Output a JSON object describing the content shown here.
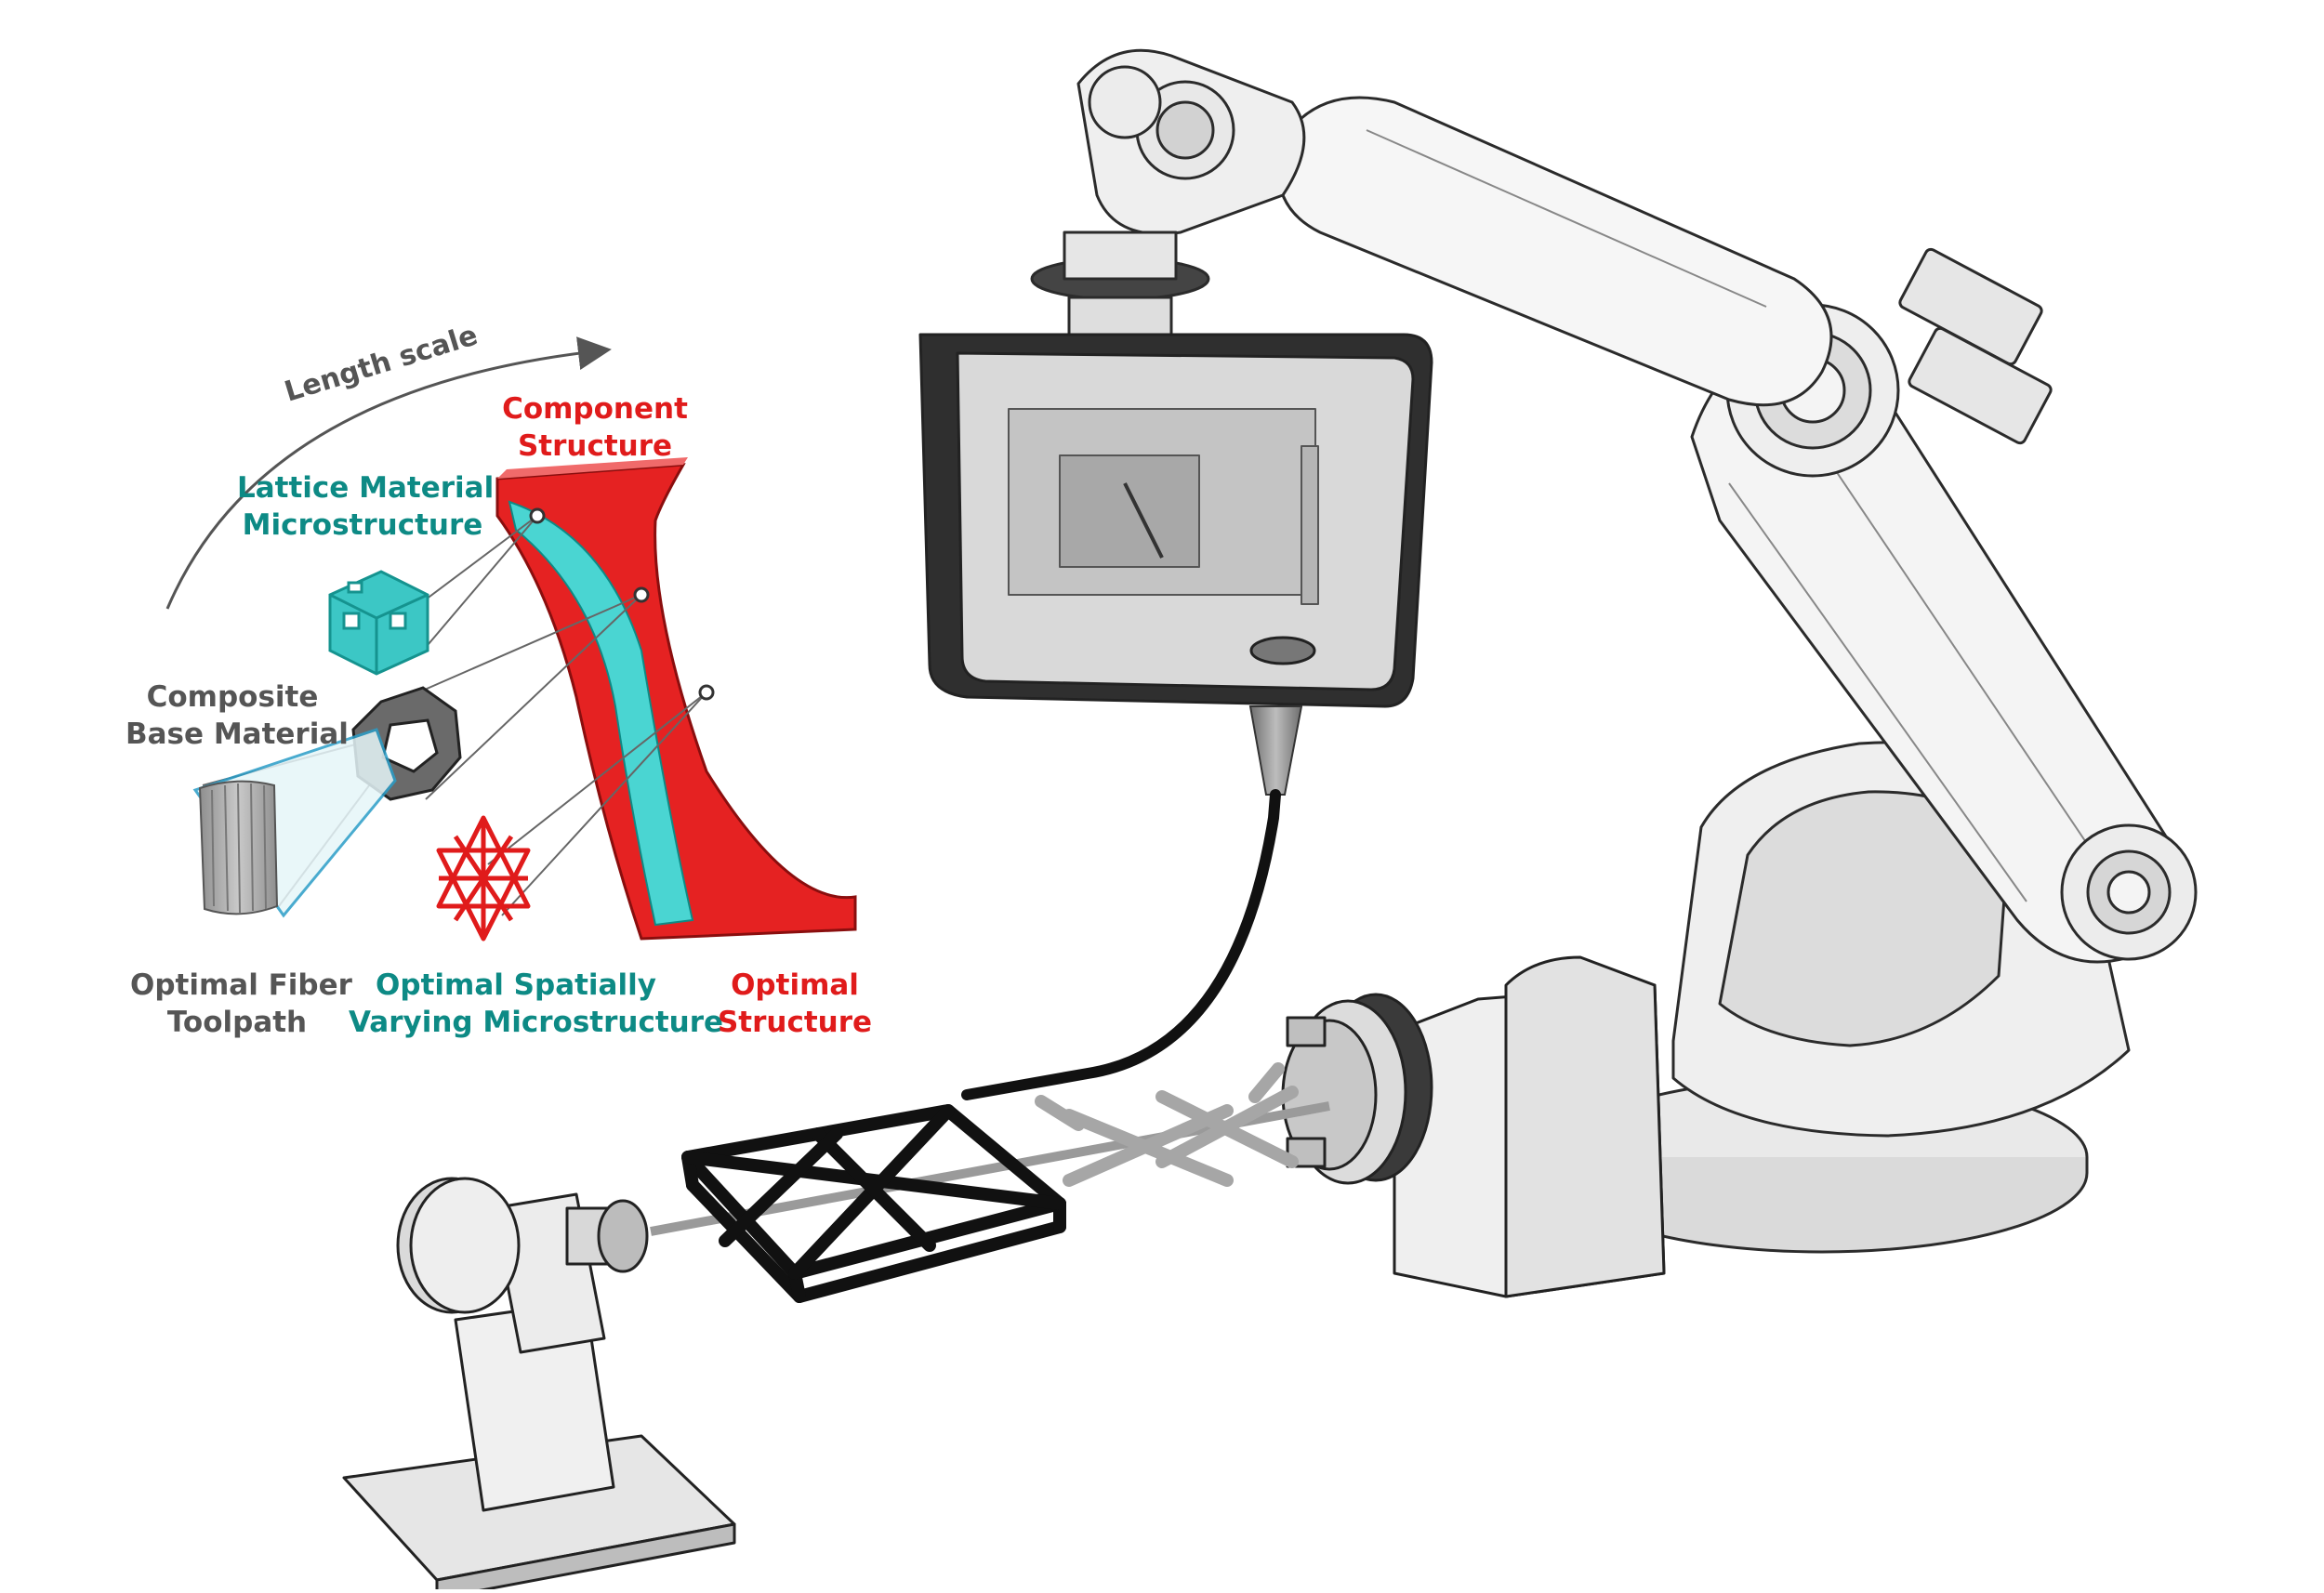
{
  "labels": {
    "length_scale": "Length scale",
    "component_structure": [
      "Component",
      "Structure"
    ],
    "lattice_material": [
      "Lattice Material",
      "Microstructure"
    ],
    "composite_base": [
      "Composite",
      "Base Material"
    ],
    "optimal_fiber": [
      "Optimal Fiber",
      "Toolpath"
    ],
    "optimal_spatially": [
      "Optimal Spatially",
      "Varying Microstructure"
    ],
    "optimal_structure": [
      "Optimal",
      "Structure"
    ]
  },
  "colors": {
    "gray_text": "#555555",
    "teal": "#0d8a85",
    "red": "#e01b1b",
    "cyan_lattice": "#3cc7c5",
    "black_lattice": "#111111"
  },
  "icons": {
    "robot_arm": "industrial-robot-arm",
    "print_head": "print-head-box",
    "fiber_feed": "fiber-feed-tube",
    "tailstock": "tailstock",
    "chuck": "rotary-chuck",
    "red_component": "i-beam-component",
    "cyan_lattice": "cubic-lattice-cell",
    "gray_lattice": "truncated-octahedron-cell",
    "fiber_bundle": "fiber-bundle",
    "red_lattice": "star-tetrahedron-cell"
  }
}
